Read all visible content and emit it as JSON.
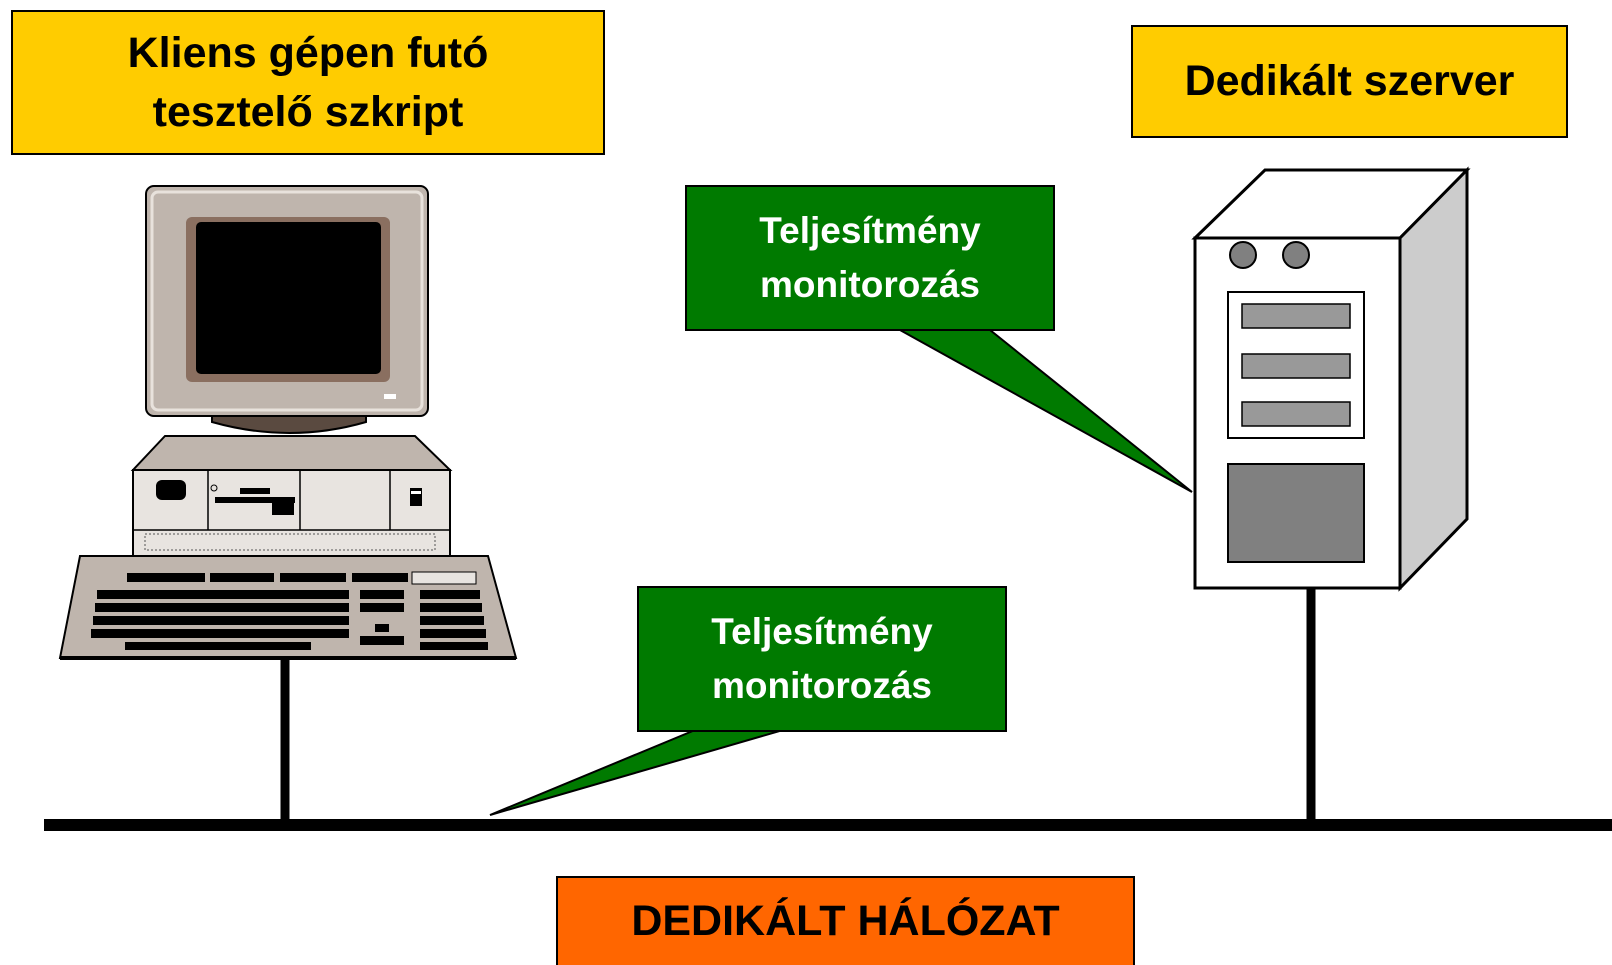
{
  "client_label": "Kliens gépen futó\ntesztelő szkript",
  "server_label": "Dedikált szerver",
  "monitor_callout_top": "Teljesítmény\nmonitorozás",
  "monitor_callout_bottom": "Teljesítmény\nmonitorozás",
  "network_label": "DEDIKÁLT HÁLÓZAT",
  "colors": {
    "label_yellow": "#ffcc00",
    "callout_green": "#007a00",
    "network_orange": "#ff6600",
    "cable": "#000000"
  },
  "icons": [
    "desktop-computer-icon",
    "keyboard-icon",
    "server-tower-icon"
  ]
}
